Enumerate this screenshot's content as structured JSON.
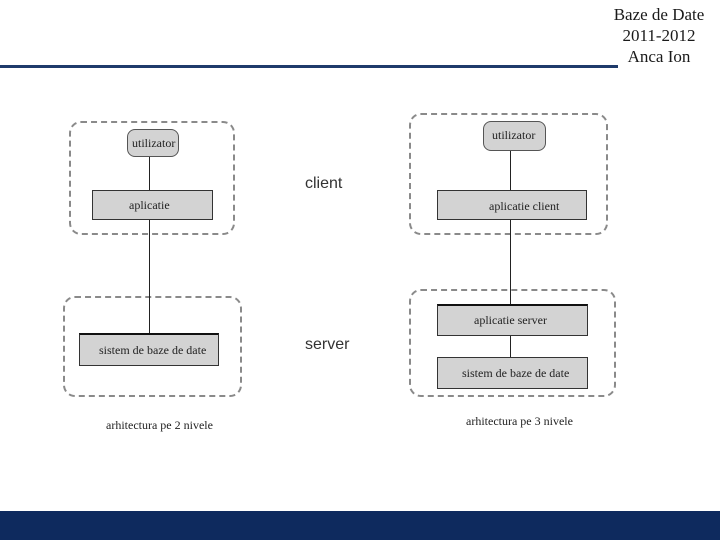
{
  "header": {
    "course": "Baze de Date",
    "years": "2011-2012",
    "author": "Anca Ion"
  },
  "tiers": {
    "client": "client",
    "server": "server"
  },
  "two_tier": {
    "user": "utilizator",
    "app": "aplicatie",
    "db": "sistem de baze de date",
    "caption": "arhitectura pe 2 nivele"
  },
  "three_tier": {
    "user": "utilizator",
    "client_app": "aplicatie client",
    "server_app": "aplicatie server",
    "db": "sistem de baze de date",
    "caption": "arhitectura pe 3 nivele"
  },
  "colors": {
    "header_rule": "#1f3b6b",
    "footer_bar": "#0e2a5e",
    "node_fill": "#d3d3d3",
    "dashed_border": "#8a8a8a"
  }
}
